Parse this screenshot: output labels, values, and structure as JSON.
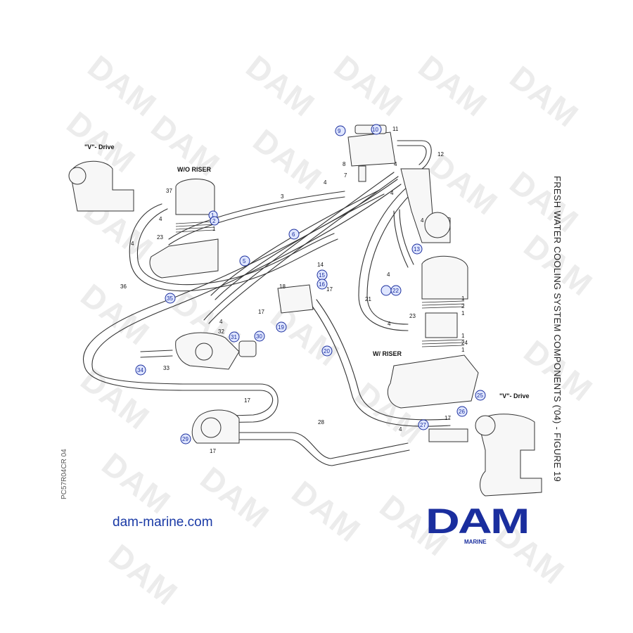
{
  "title": "FRESH WATER COOLING SYSTEM COMPONENTS ('04) - FIGURE 19",
  "drawing_code": "PC57R04CR 04",
  "website": "dam-marine.com",
  "logo": {
    "text": "DAM",
    "subtitle": "MARINE"
  },
  "watermark_text": "DAM",
  "headings": {
    "vdrive_left": "\"V\"- Drive",
    "wo_riser": "W/O RISER",
    "w_riser": "W/ RISER",
    "vdrive_right": "\"V\"- Drive"
  },
  "colors": {
    "brand_blue": "#1a2e9e",
    "link_blue": "#1a3aa6",
    "line": "#333333",
    "watermark": "#ececec"
  },
  "circled_callouts": [
    "9",
    "10",
    "1",
    "2",
    "6",
    "5",
    "13",
    "15",
    "16",
    "22",
    "35",
    "31",
    "30",
    "19",
    "20",
    "34",
    "25",
    "26",
    "27",
    "29"
  ],
  "plain_callouts": [
    "11",
    "12",
    "8",
    "7",
    "4",
    "4",
    "4",
    "4",
    "37",
    "3",
    "4",
    "1",
    "23",
    "4",
    "36",
    "14",
    "18",
    "17",
    "17",
    "4",
    "32",
    "33",
    "21",
    "4",
    "1",
    "2",
    "1",
    "23",
    "4",
    "1",
    "24",
    "1",
    "17",
    "28",
    "17",
    "17",
    "4"
  ]
}
